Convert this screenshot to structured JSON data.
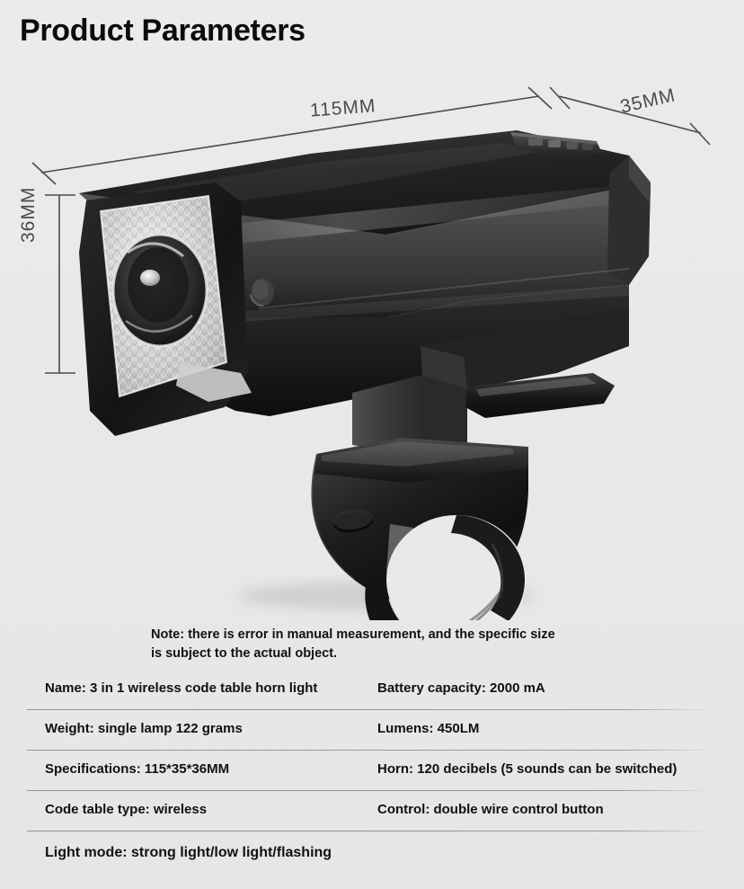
{
  "page": {
    "title": "Product Parameters",
    "background_color": "#e8e8e8",
    "text_color": "#111111"
  },
  "dimensions": {
    "length_label": "115MM",
    "depth_label": "35MM",
    "height_label": "36MM",
    "line_color": "#4b4b4b"
  },
  "product": {
    "name": "bicycle-headlight-with-horn",
    "body_color": "#1c1c1c",
    "lens_color": "#d8d8d8"
  },
  "note": {
    "line1": "Note: there is error in manual measurement, and the specific size",
    "line2": "is subject to the actual object."
  },
  "spec_table": {
    "rows": [
      {
        "left": "Name: 3 in 1 wireless code table horn light",
        "right": "Battery capacity: 2000 mA"
      },
      {
        "left": "Weight: single lamp 122 grams",
        "right": "Lumens: 450LM"
      },
      {
        "left": "Specifications: 115*35*36MM",
        "right": "Horn: 120 decibels (5 sounds can be switched)"
      },
      {
        "left": "Code table type: wireless",
        "right": "Control: double wire control button"
      }
    ],
    "full_row": "Light mode: strong light/low light/flashing"
  }
}
